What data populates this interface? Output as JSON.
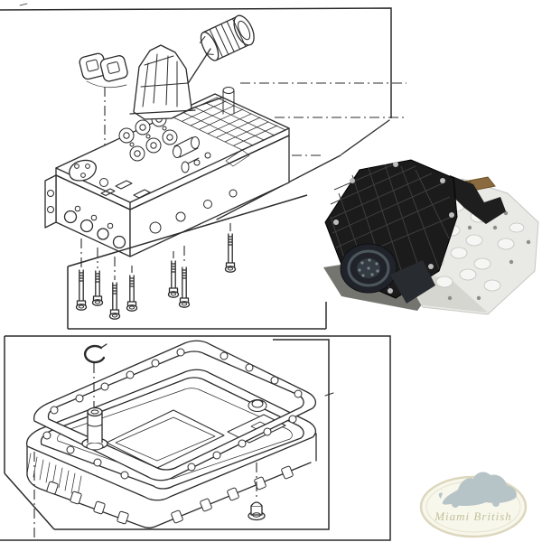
{
  "image": {
    "background": "#ffffff",
    "kind": "exploded-parts-diagram",
    "subject": "automatic transmission valve body (mechatronic unit) with oil pan, gasket and mounting hardware"
  },
  "lineart": {
    "stroke": "#2b2b2b",
    "dash_pattern": "11 4 2 4"
  },
  "parts": {
    "top_assembly": [
      "retaining-clip",
      "electrical-connector-sleeve",
      "support-bracket",
      "valve-body-assembly",
      "mounting-bolts-x7"
    ],
    "bottom_assembly": [
      "snap-ring",
      "oil-pickup-tube",
      "pan-gasket",
      "oil-pan",
      "drain-plug"
    ]
  },
  "photo": {
    "colors": {
      "cover": "#1b1b1b",
      "cover_grid": "#3e3e3e",
      "screw": "#bdbdbd",
      "slab": "#75756f",
      "body": "#e9e9e6",
      "body_edge": "#c7c7c2",
      "body_shadow": "#d6d6d1",
      "boss": "#f6f6f4",
      "boss_edge": "#c2c2bd",
      "hole": "#8e8e89",
      "loom": "#8a6a3e",
      "loom_dark": "#6d5227",
      "bracket": "#1e1e1e",
      "connector_outer": "#20242a",
      "connector_ring": "#4d565e",
      "connector_core": "#343b42",
      "pin": "#78838c",
      "arm": "#282b2f"
    }
  },
  "watermark": {
    "text": "Miami British",
    "oval_fill": "#f8f7ec",
    "oval_border": "#dcd7bd",
    "inner_ring": "#e6e2cc",
    "art_color": "#b7c4c7",
    "text_color": "#c2c19c"
  }
}
